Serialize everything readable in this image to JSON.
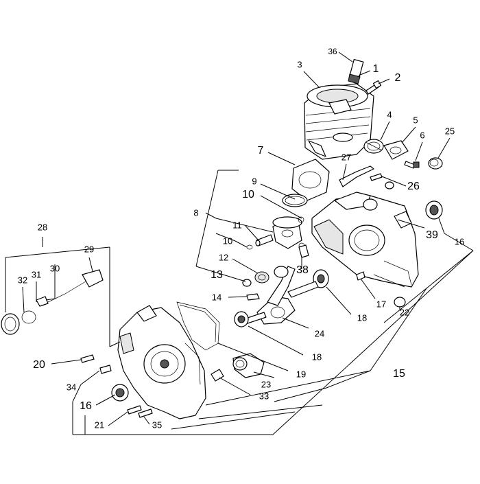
{
  "labels": {
    "l36": "36",
    "l1": "1",
    "l2": "2",
    "l3": "3",
    "l4": "4",
    "l5": "5",
    "l6": "6",
    "l25": "25",
    "l7": "7",
    "l27": "27",
    "l26": "26",
    "l9": "9",
    "l10a": "10",
    "l8": "8",
    "l11": "11",
    "l10b": "10",
    "l12": "12",
    "l13": "13",
    "l38": "38",
    "l39": "39",
    "l16a": "16",
    "l14": "14",
    "l17": "17",
    "l22": "22",
    "l18a": "18",
    "l24": "24",
    "l18b": "18",
    "l19": "19",
    "l15": "15",
    "l23": "23",
    "l33": "33",
    "l28": "28",
    "l29": "29",
    "l30": "30",
    "l31": "31",
    "l32": "32",
    "l20": "20",
    "l34": "34",
    "l16b": "16",
    "l21": "21",
    "l35": "35"
  }
}
